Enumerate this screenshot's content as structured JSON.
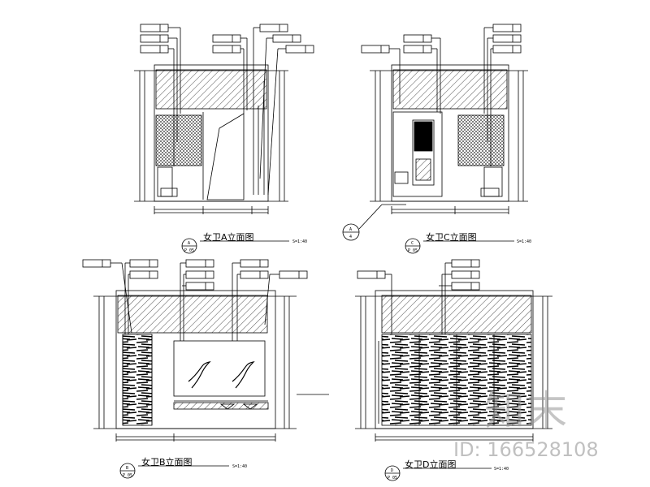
{
  "elevations": [
    {
      "id": "A",
      "title": "女卫A立面图",
      "scale": "S=1:40",
      "sheet": "P 05"
    },
    {
      "id": "C",
      "title": "女卫C立面图",
      "scale": "S=1:40",
      "sheet": "P 05"
    },
    {
      "id": "B",
      "title": "女卫B立面图",
      "scale": "S=1:40",
      "sheet": "P 05"
    },
    {
      "id": "D",
      "title": "女卫D立面图",
      "scale": "S=1:40",
      "sheet": "P 05"
    }
  ],
  "callout": {
    "id": "A",
    "sheet": "4"
  },
  "watermark": {
    "logo": "知末",
    "id": "ID: 166528108"
  },
  "colors": {
    "line": "#000000",
    "watermark": "#9a9a9a"
  }
}
